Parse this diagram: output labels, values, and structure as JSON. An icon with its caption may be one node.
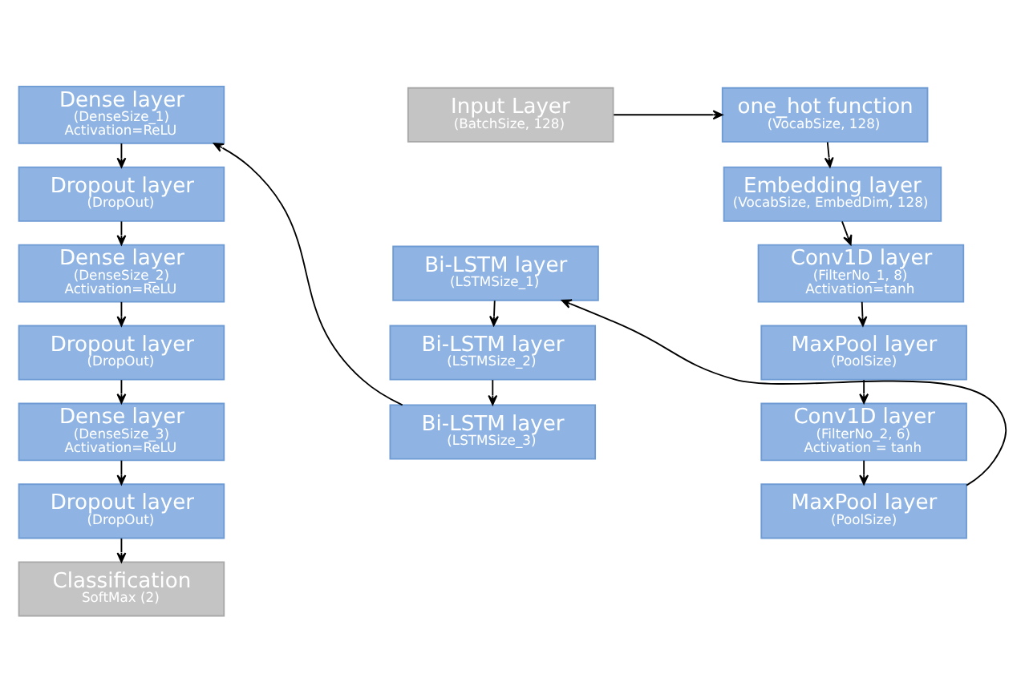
{
  "diagram": {
    "nodes": [
      {
        "text": [
          "one_hot function",
          "(VocabSize, 128)"
        ]
      },
      {
        "text": [
          "Input Layer",
          "(BatchSize, 128)"
        ]
      },
      {
        "text": [
          "Embedding layer",
          "(VocabSize, EmbedDim, 128)"
        ]
      },
      {
        "text": [
          "Conv1D layer",
          "(FilterNo_1, 8)",
          "Activation=tanh"
        ]
      },
      {
        "text": [
          "MaxPool layer",
          "(PoolSize)"
        ]
      },
      {
        "text": [
          "Conv1D layer",
          "(FilterNo_2, 6)",
          "Activation = tanh"
        ]
      },
      {
        "text": [
          "MaxPool layer",
          "(PoolSize)"
        ]
      },
      {
        "text": [
          "Bi-LSTM layer",
          "(LSTMSize_1)"
        ]
      },
      {
        "text": [
          "Bi-LSTM layer",
          "(LSTMSize_2)"
        ]
      },
      {
        "text": [
          "Bi-LSTM layer",
          "(LSTMSize_3)"
        ]
      },
      {
        "text": [
          "Dense layer",
          "(DenseSize_1)",
          "Activation=ReLU"
        ]
      },
      {
        "text": [
          "Dropout layer",
          "(DropOut)"
        ]
      },
      {
        "text": [
          "Dense layer",
          "(DenseSize_2)",
          "Activation=ReLU"
        ]
      },
      {
        "text": [
          "Dropout layer",
          "(DropOut)"
        ]
      },
      {
        "text": [
          "Dense layer",
          "(DenseSize_3)",
          "Activation=ReLU"
        ]
      },
      {
        "text": [
          "Dropout layer",
          "(DropOut)"
        ]
      },
      {
        "text": [
          "Classification",
          "SoftMax (2)"
        ]
      }
    ],
    "edges": [
      {
        "from": 1,
        "to": 0,
        "arrow": "to"
      },
      {
        "from": 0,
        "to": 2,
        "arrow": "to"
      },
      {
        "from": 2,
        "to": 3,
        "arrow": "to"
      },
      {
        "from": 3,
        "to": 4,
        "arrow": "to"
      },
      {
        "from": 4,
        "to": 5,
        "arrow": "to"
      },
      {
        "from": 5,
        "to": 6,
        "arrow": "to"
      },
      {
        "from": 6,
        "to": 7,
        "arrow": "to"
      },
      {
        "from": 7,
        "to": 8,
        "arrow": "to"
      },
      {
        "from": 8,
        "to": 9,
        "arrow": "to"
      },
      {
        "from": 9,
        "to": 10,
        "arrow": "to"
      },
      {
        "from": 10,
        "to": 11,
        "arrow": "to"
      },
      {
        "from": 11,
        "to": 12,
        "arrow": "to"
      },
      {
        "from": 12,
        "to": 13,
        "arrow": "to"
      },
      {
        "from": 13,
        "to": 14,
        "arrow": "to"
      },
      {
        "from": 14,
        "to": 15,
        "arrow": "to"
      },
      {
        "from": 15,
        "to": 16,
        "arrow": "to"
      }
    ]
  }
}
